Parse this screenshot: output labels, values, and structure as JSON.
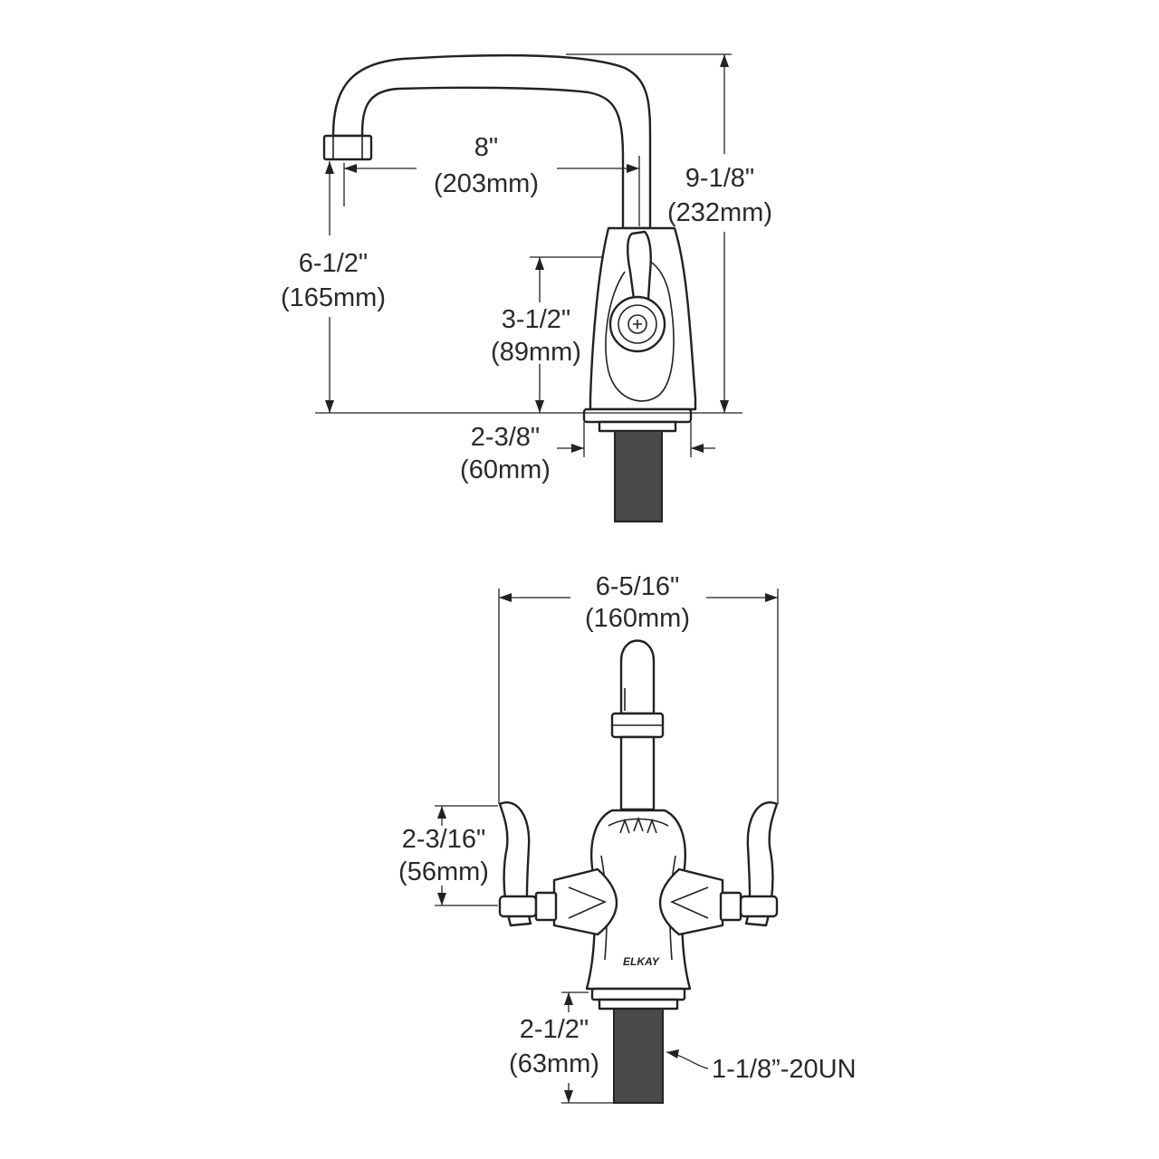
{
  "side_view": {
    "spout_reach": {
      "inch": "8\"",
      "mm": "(203mm)"
    },
    "overall_height": {
      "inch": "9-1/8\"",
      "mm": "(232mm)"
    },
    "spout_height": {
      "inch": "6-1/2\"",
      "mm": "(165mm)"
    },
    "body_height": {
      "inch": "3-1/2\"",
      "mm": "(89mm)"
    },
    "base_width": {
      "inch": "2-3/8\"",
      "mm": "(60mm)"
    }
  },
  "front_view": {
    "overall_width": {
      "inch": "6-5/16\"",
      "mm": "(160mm)"
    },
    "handle_height": {
      "inch": "2-3/16\"",
      "mm": "(56mm)"
    },
    "shank_length": {
      "inch": "2-1/2\"",
      "mm": "(63mm)"
    },
    "thread_spec": "1-1/8”-20UN",
    "brand_logo": "ELKAY"
  }
}
